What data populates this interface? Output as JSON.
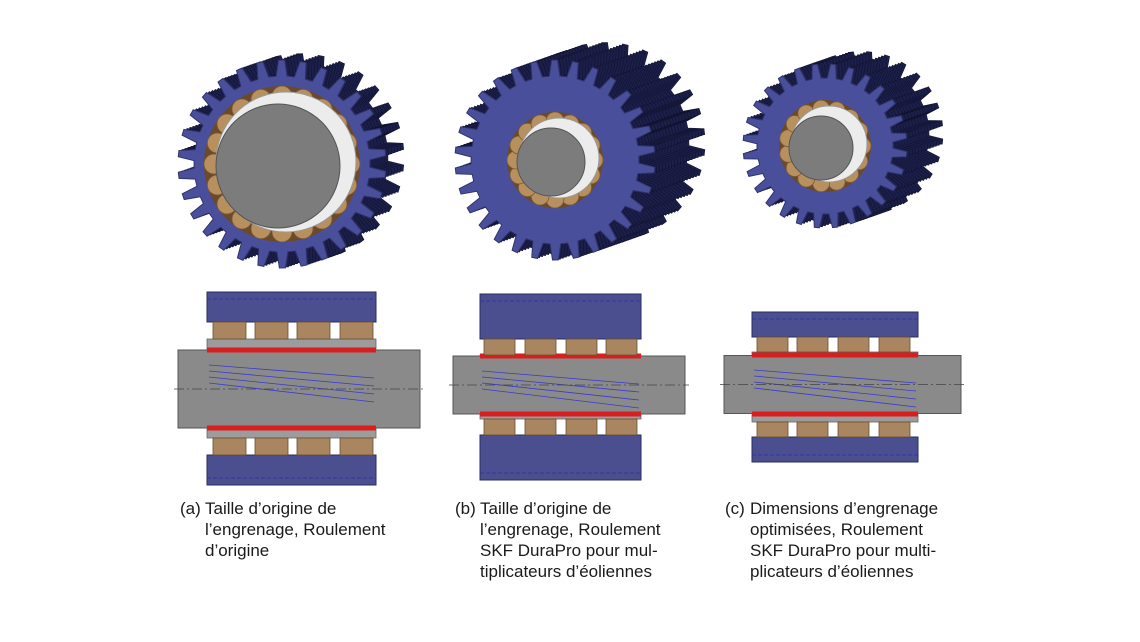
{
  "panels": [
    {
      "id": "a",
      "label": "(a)",
      "caption_lines": [
        "Taille d’origine de",
        "l’engrenage, Roulement",
        "d’origine"
      ]
    },
    {
      "id": "b",
      "label": "(b)",
      "caption_lines": [
        "Taille d’origine de",
        "l’engrenage, Roulement",
        "SKF DuraPro pour mul-",
        "tiplicateurs d’éoliennes"
      ]
    },
    {
      "id": "c",
      "label": "(c)",
      "caption_lines": [
        "Dimensions d’engrenage",
        "optimisées, Roulement",
        "SKF DuraPro pour multi-",
        "plicateurs d’éoliennes"
      ]
    }
  ],
  "colors": {
    "gear_face": "#4a4f9c",
    "gear_side": "#1c1f4a",
    "roller": "#b8905e",
    "shaft": "#7c7c7c",
    "sleeve": "#ececec",
    "ring_red": "#d81e1e",
    "section_gear": "#4b4f8f",
    "section_roller": "#a98660",
    "section_shaft": "#8a8a8a"
  },
  "icons": [
    "gear-icon",
    "bearing-icon",
    "shaft-icon"
  ]
}
